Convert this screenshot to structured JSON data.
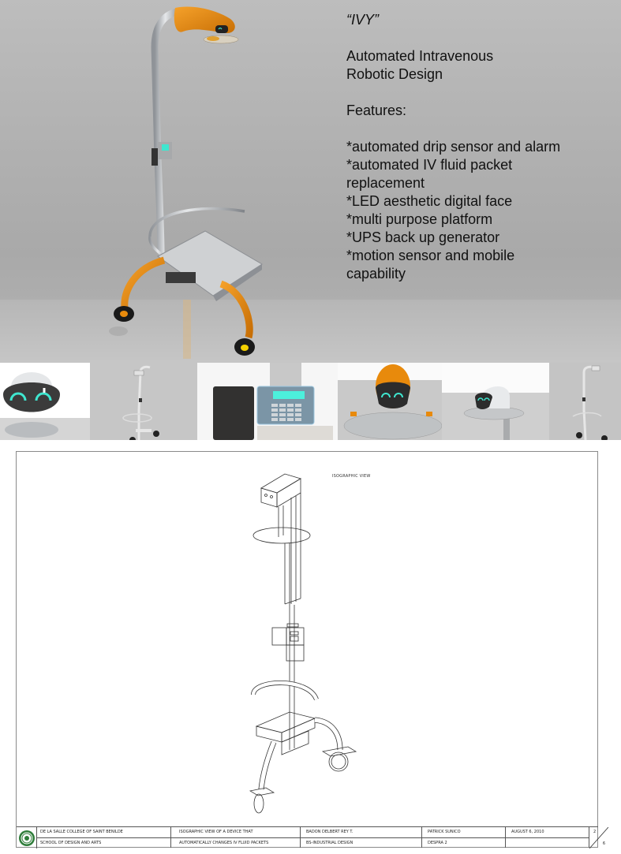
{
  "render": {
    "title": "“IVY”",
    "subtitle_lines": [
      "Automated Intravenous",
      "Robotic Design"
    ],
    "features_label": "Features:",
    "features": [
      "*automated drip sensor and alarm",
      "*automated IV fluid packet",
      "replacement",
      "*LED aesthetic digital face",
      "*multi purpose platform",
      "*UPS back up generator",
      "*motion sensor and mobile",
      "capability"
    ],
    "colors": {
      "accent_orange": "#e88a0c",
      "chrome": "#c9cdd1",
      "led_face": "#3fe6cf",
      "background_gray": "#b1b1b1"
    }
  },
  "thumbnails": [
    {
      "label": "robot-head-face-closeup"
    },
    {
      "label": "stand-front-view"
    },
    {
      "label": "control-panel-keypad"
    },
    {
      "label": "orange-head-on-platform"
    },
    {
      "label": "white-head-on-platform"
    },
    {
      "label": "stand-side-view"
    }
  ],
  "drawing": {
    "view_label": "ISOGRAPHIC VIEW",
    "title_block": {
      "school_line1": "DE LA SALLE COLLEGE OF SAINT BENILDE",
      "school_line2": "SCHOOL OF DESIGN AND ARTS",
      "title_line1": "ISOGRAPHIC VIEW OF A DEVICE THAT",
      "title_line2": "AUTOMATICALLY CHANGES IV FLUID PACKETS",
      "designer": "BADON DELBERT REY T.",
      "program": "BS-INDUSTRIAL DESIGN",
      "instructor": "PATRICK SUNICO",
      "course": "DESPRA 2",
      "date": "AUGUST 6, 2010",
      "date_line2": "",
      "sheet_number": "2",
      "sheet_total": "6"
    }
  }
}
